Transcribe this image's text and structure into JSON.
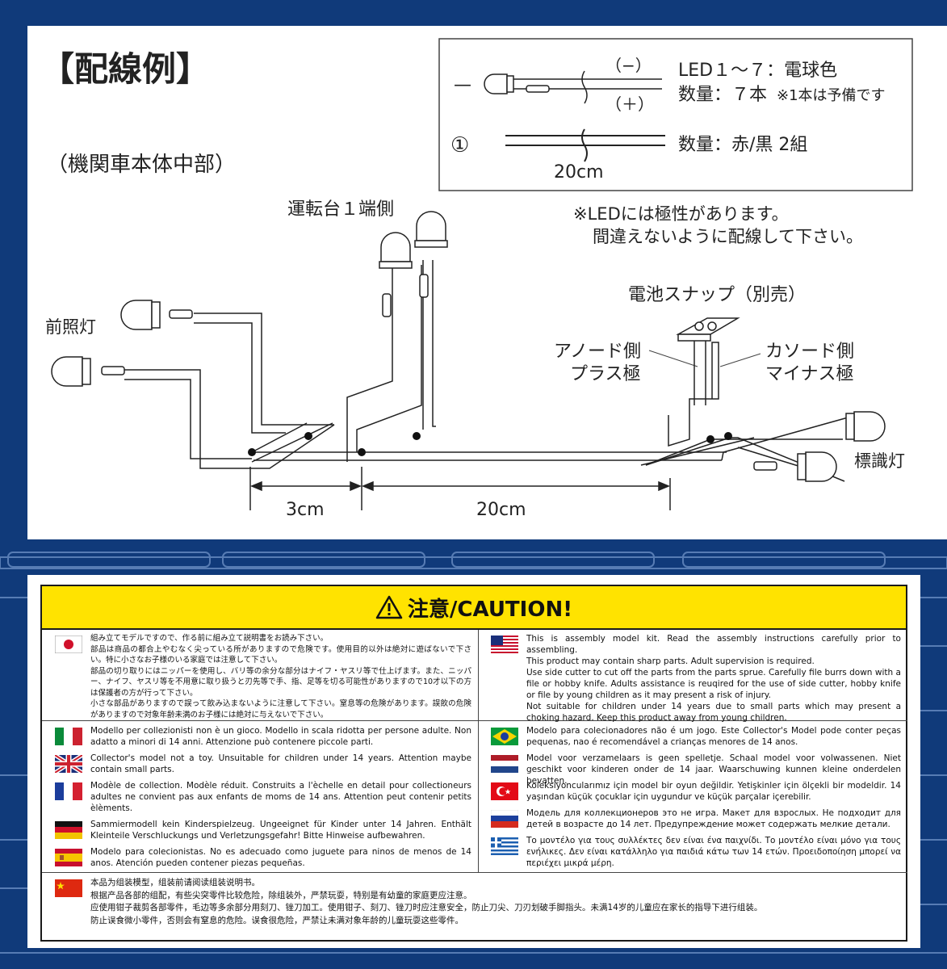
{
  "wiring": {
    "title": "【配線例】",
    "subtitle": "（機関車本体中部）",
    "label_cab": "運転台１端側",
    "label_headlight": "前照灯",
    "label_battery": "電池スナップ（別売）",
    "label_anode_1": "アノード側",
    "label_anode_2": "プラス極",
    "label_cathode_1": "カソード側",
    "label_cathode_2": "マイナス極",
    "label_marker": "標識灯",
    "polarity_note_1": "※LEDには極性があります。",
    "polarity_note_2": "間違えないように配線して下さい。",
    "dim_3cm": "3cm",
    "dim_20cm": "20cm"
  },
  "legend": {
    "minus": "（−）",
    "plus": "（＋）",
    "dash": "—",
    "led_spec": "LED１〜７：電球色",
    "qty_main": "数量：７本",
    "qty_note": "※1本は予備です",
    "wire_num": "①",
    "wire_qty": "数量：赤/黒 2組",
    "wire_len": "20cm"
  },
  "caution": {
    "title": "注意/CAUTION!",
    "left": [
      {
        "flag": "jp",
        "text": "組み立てモデルですので、作る前に組み立て説明書をお読み下さい。\n部品は商品の都合上やむなく尖っている所がありますので危険です。使用目的以外は絶対に遊ばないで下さい。特に小さなお子様のいる家庭では注意して下さい。\n部品の切り取りにはニッパーを使用し、バリ等の余分な部分はナイフ・ヤスリ等で仕上げます。また、ニッパー、ナイフ、ヤスリ等を不用意に取り扱うと刃先等で手、指、足等を切る可能性がありますので10才以下の方は保護者の方が行って下さい。\n小さな部品がありますので誤って飲み込まないように注意して下さい。窒息等の危険があります。誤飲の危険がありますので対象年齢未満のお子様には絶対に与えないで下さい。"
      },
      {
        "flag": "it",
        "text": "Modello per collezionisti non è un gioco. Modello in scala ridotta per persone adulte. Non adatto a minori di 14 anni. Attenzione può contenere piccole parti."
      },
      {
        "flag": "uk",
        "text": "Collector's model not a toy. Unsuitable for children under 14 years. Attention maybe contain small parts."
      },
      {
        "flag": "fr",
        "text": "Modèle de collection. Modèle réduit. Construits a l'èchelle en detail pour collectioneurs adultes ne convient pas aux enfants de moms de 14 ans. Attention peut contenir petits èlèments."
      },
      {
        "flag": "de",
        "text": "Sammiermodell kein Kinderspielzeug. Ungeeignet für Kinder unter 14 Jahren. Enthält Kleinteile Verschluckungs und Verletzungsgefahr! Bitte Hinweise aufbewahren."
      },
      {
        "flag": "es",
        "text": "Modelo para colecionistas. No es adecuado como juguete para ninos de menos de 14 anos. Atención pueden contener piezas pequeñas."
      }
    ],
    "right": [
      {
        "flag": "us",
        "text": "This is assembly model kit. Read the assembly instructions carefully prior to assembling.\nThis product may contain sharp parts. Adult supervision is required.\nUse side cutter to cut off the parts from the parts sprue. Carefully file burrs down with a file or hobby knife. Adults assistance is reuqired for the use of side cutter, hobby knife or file by young children as it may present a risk of injury.\nNot suitable for children under 14 years due to small parts which may present a choking hazard. Keep this product away from young children."
      },
      {
        "flag": "br",
        "text": "Modelo para colecionadores não é um jogo. Este Collector's Model pode conter peças pequenas, nao é recomendável a crianças menores de 14 anos."
      },
      {
        "flag": "nl",
        "text": "Model voor verzamelaars is geen spelletje. Schaal model voor volwassenen. Niet geschikt voor kinderen onder de 14 jaar. Waarschuwing kunnen kleine onderdelen bevatten."
      },
      {
        "flag": "tr",
        "text": "Koleksiyoncularımız için model bir oyun değildir. Yetişkinler için ölçekli bir modeldir. 14 yaşından küçük çocuklar için uygundur ve küçük parçalar içerebilir."
      },
      {
        "flag": "ru",
        "text": "Модель для коллекционеров это не игра. Макет для взрослых. Не подходит для детей в возрасте до 14 лет. Предупреждение может содержать мелкие детали."
      },
      {
        "flag": "gr",
        "text": "Το μοντέλο για τους συλλέκτες δεν είναι ένα παιχνίδι. Το μοντέλο είναι μόνο για τους ενήλικες. Δεν είναι κατάλληλο για παιδιά κάτω των 14 ετών. Προειδοποίηση μπορεί να περιέχει μικρά μέρη."
      }
    ],
    "bottom": {
      "flag": "cn",
      "text": "本品为组装模型，组装前请阅读组装说明书。\n根据产品各部的组配，有些尖突零件比较危险，除组装外，严禁玩耍，特别是有幼童的家庭更应注意。\n应使用钳子裁剪各部零件，毛边等多余部分用刻刀、锉刀加工。使用钳子、刻刀、锉刀时应注意安全，防止刀尖、刀刃划破手脚指头。未满14岁的儿童应在家长的指导下进行组装。\n防止误食微小零件，否则会有窒息的危险。误食很危险，严禁让未满对象年龄的儿童玩耍这些零件。"
    }
  },
  "colors": {
    "background": "#103a7a",
    "caution_yellow": "#ffe300",
    "ink": "#222222"
  }
}
